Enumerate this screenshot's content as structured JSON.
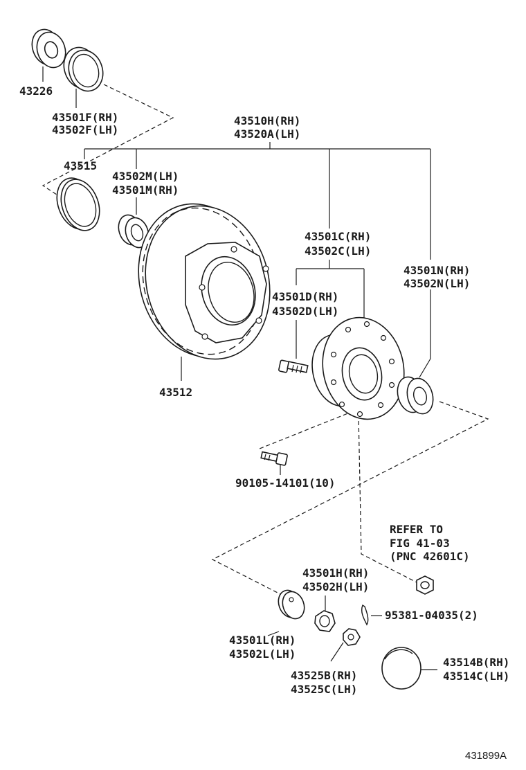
{
  "labels": {
    "p43226": "43226",
    "p43501F": "43501F(RH)",
    "p43502F": "43502F(LH)",
    "p43510H": "43510H(RH)",
    "p43520A": "43520A(LH)",
    "p43515": "43515",
    "p43502M": "43502M(LH)",
    "p43501M": "43501M(RH)",
    "p43501C": "43501C(RH)",
    "p43502C": "43502C(LH)",
    "p43501N": "43501N(RH)",
    "p43502N": "43502N(LH)",
    "p43501D": "43501D(RH)",
    "p43502D": "43502D(LH)",
    "p43512": "43512",
    "p90105": "90105-14101(10)",
    "refer1": "REFER TO",
    "refer2": "FIG 41-03",
    "refer3": "(PNC 42601C)",
    "p43501H": "43501H(RH)",
    "p43502H": "43502H(LH)",
    "p95381": "95381-04035(2)",
    "p43501L": "43501L(RH)",
    "p43502L": "43502L(LH)",
    "p43525B": "43525B(RH)",
    "p43525C": "43525C(LH)",
    "p43514B": "43514B(RH)",
    "p43514C": "43514C(LH)",
    "figure_id": "431899A"
  }
}
